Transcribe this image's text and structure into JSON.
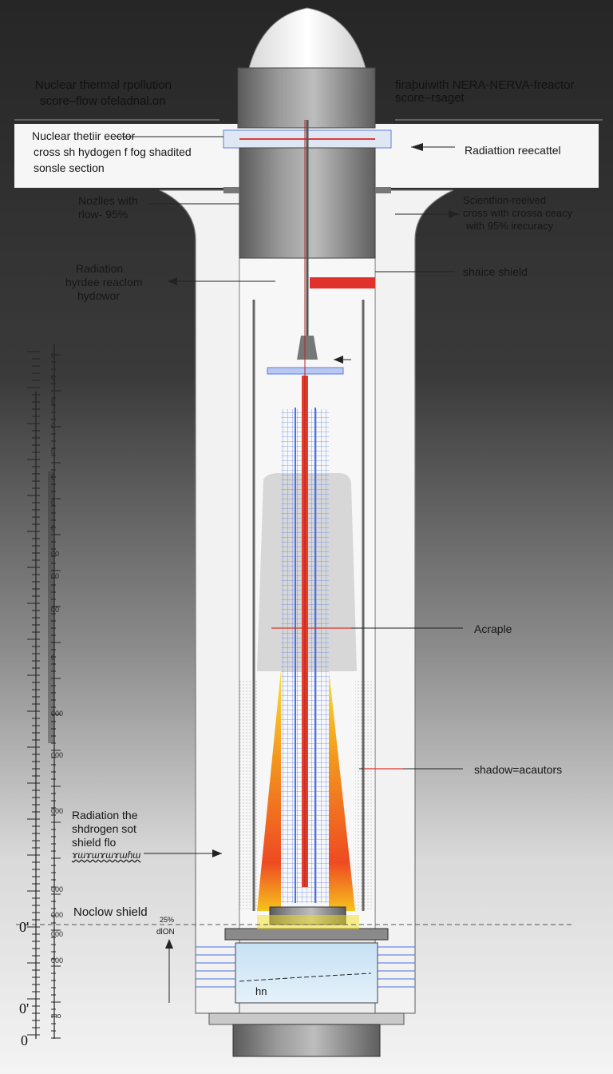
{
  "header": {
    "left_title": [
      "Nuclear thermal rpollution",
      "score–flow ofeladnal.on"
    ],
    "right_title": [
      "firaþuiwith NERA-NERVA-freactor",
      "score–rsaget"
    ]
  },
  "labels": {
    "cross_section": [
      "Nuclear thetiir eector",
      "cross sh hydogen f fog shadited",
      "sonsle section"
    ],
    "radiation_recattel": "Radiattion reecattel",
    "nozzles": [
      "Nozlles with",
      "rlow- 95%"
    ],
    "scientific": [
      "Scientfion-reeived",
      "cross with crossa ceacy",
      "with 95% irecuracy"
    ],
    "radiation_hydrogen": [
      "Radiation",
      "hyrdee reaclom",
      "hydowor"
    ],
    "shield_top": "shaice shield",
    "acraple": "Acraple",
    "shadow_acautors": "shadow=acautors",
    "radiation_shield": [
      "Radiation the",
      "shdrogen sot",
      "shield flo"
    ],
    "radiation_shield_scribble": "ɤɯɤɯɤɯɤɯɦɯ",
    "noclow_shield": "Noclow shield",
    "percent_small": "25%",
    "dion": "dlON",
    "hn": "hn"
  },
  "ruler": {
    "tick_labels": [
      {
        "text": "0",
        "row": 0
      },
      {
        "text": "0",
        "row": 1
      },
      {
        "text": "0",
        "row": 2
      },
      {
        "text": "0",
        "row": 3
      },
      {
        "text": "0",
        "row": 4
      },
      {
        "text": "0",
        "row": 5
      },
      {
        "text": "0",
        "row": 6
      },
      {
        "text": "0",
        "row": 7
      },
      {
        "text": "00",
        "row": 8
      },
      {
        "text": "00",
        "row": 9
      },
      {
        "text": "00",
        "row": 10
      },
      {
        "text": "0",
        "row": 11
      },
      {
        "text": "000",
        "row": 12
      },
      {
        "text": "000",
        "row": 13
      },
      {
        "text": "000",
        "row": 14
      },
      {
        "text": "000",
        "row": 15
      },
      {
        "text": "000",
        "row": 16
      },
      {
        "text": "000",
        "row": 17
      },
      {
        "text": "000",
        "row": 18
      },
      {
        "text": "mo",
        "row": 19
      }
    ],
    "zero_marks": [
      "0'",
      "0'",
      "0"
    ]
  },
  "colors": {
    "background_dark": "#2a2a2a",
    "background_light": "#f2f2f2",
    "hot_core": "#e83a2a",
    "flame_yellow": "#f5d321",
    "blue_grid": "#4a6fe0"
  }
}
